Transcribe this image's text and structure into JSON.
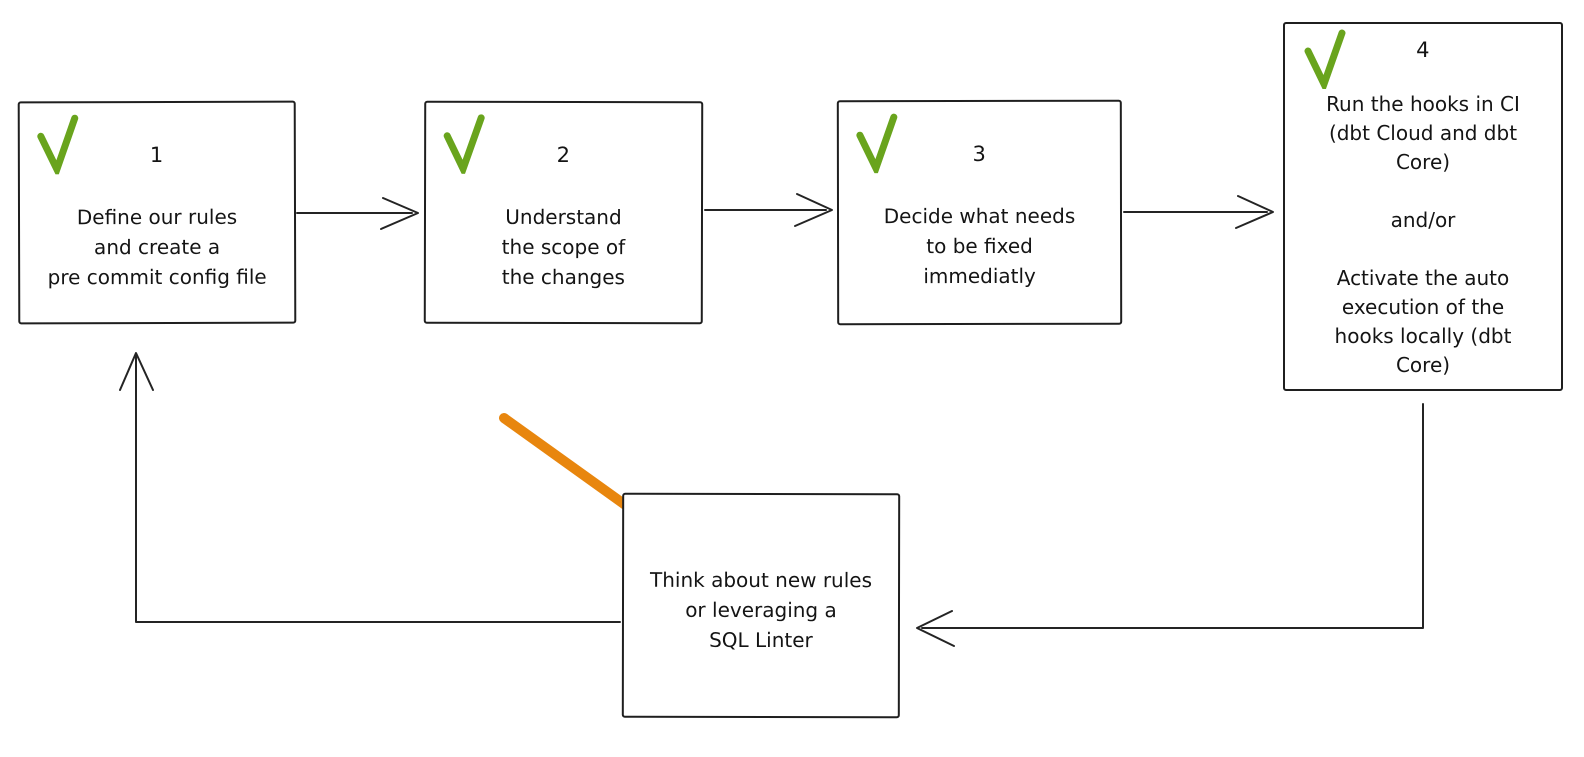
{
  "diagram": {
    "background": "#ffffff",
    "stroke_color": "#242424",
    "check_color": "#69a41d",
    "feedback_arrow_color": "#e8860e",
    "steps": [
      {
        "number": "1",
        "checked": true,
        "check_icon": "green-checkmark",
        "text": "Define our rules\nand create a\npre commit config file"
      },
      {
        "number": "2",
        "checked": true,
        "check_icon": "green-checkmark",
        "text": "Understand\nthe scope of\nthe changes"
      },
      {
        "number": "3",
        "checked": true,
        "check_icon": "green-checkmark",
        "text": "Decide what needs\nto be fixed\nimmediatly"
      },
      {
        "number": "4",
        "checked": true,
        "check_icon": "green-checkmark",
        "text": "Run the hooks in CI\n(dbt Cloud and dbt\nCore)\n\nand/or\n\nActivate the auto\nexecution of the\nhooks locally (dbt\nCore)"
      }
    ],
    "loop_box": {
      "text": "Think about new rules\nor leveraging a\nSQL Linter"
    },
    "connectors": [
      {
        "name": "arrow-step1-to-step2",
        "style": "open-head-right"
      },
      {
        "name": "arrow-step2-to-step3",
        "style": "open-head-right"
      },
      {
        "name": "arrow-step3-to-step4",
        "style": "open-head-right"
      },
      {
        "name": "arrow-step4-to-loop-box",
        "style": "elbow-open-head-left"
      },
      {
        "name": "arrow-loop-box-to-step1",
        "style": "elbow-open-head-up"
      },
      {
        "name": "feedback-arrow-orange",
        "style": "thick-diagonal-head-downright"
      }
    ]
  }
}
